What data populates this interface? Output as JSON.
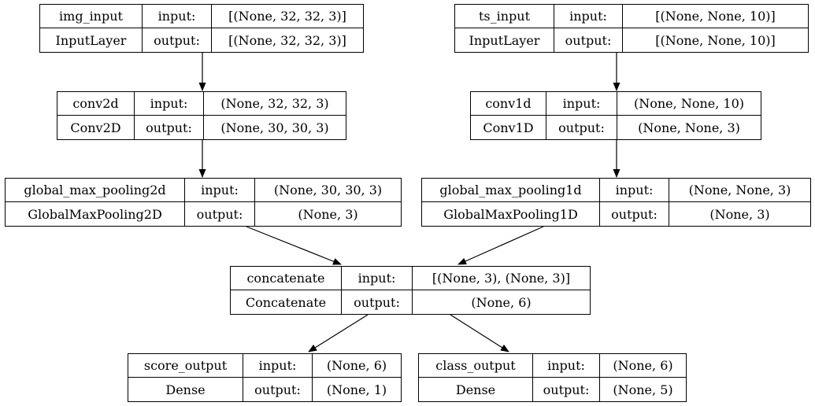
{
  "diagram": {
    "kind": "keras-model-graph",
    "background_color": "#ffffff",
    "border_color": "#000000",
    "text_color": "#000000",
    "labels": {
      "input": "input:",
      "output": "output:"
    },
    "nodes": [
      {
        "id": "img_input",
        "name": "img_input",
        "layer_type": "InputLayer",
        "input_shape": "[(None, 32, 32, 3)]",
        "output_shape": "[(None, 32, 32, 3)]"
      },
      {
        "id": "ts_input",
        "name": "ts_input",
        "layer_type": "InputLayer",
        "input_shape": "[(None, None, 10)]",
        "output_shape": "[(None, None, 10)]"
      },
      {
        "id": "conv2d",
        "name": "conv2d",
        "layer_type": "Conv2D",
        "input_shape": "(None, 32, 32, 3)",
        "output_shape": "(None, 30, 30, 3)"
      },
      {
        "id": "conv1d",
        "name": "conv1d",
        "layer_type": "Conv1D",
        "input_shape": "(None, None, 10)",
        "output_shape": "(None, None, 3)"
      },
      {
        "id": "global_max_pooling2d",
        "name": "global_max_pooling2d",
        "layer_type": "GlobalMaxPooling2D",
        "input_shape": "(None, 30, 30, 3)",
        "output_shape": "(None, 3)"
      },
      {
        "id": "global_max_pooling1d",
        "name": "global_max_pooling1d",
        "layer_type": "GlobalMaxPooling1D",
        "input_shape": "(None, None, 3)",
        "output_shape": "(None, 3)"
      },
      {
        "id": "concatenate",
        "name": "concatenate",
        "layer_type": "Concatenate",
        "input_shape": "[(None, 3), (None, 3)]",
        "output_shape": "(None, 6)"
      },
      {
        "id": "score_output",
        "name": "score_output",
        "layer_type": "Dense",
        "input_shape": "(None, 6)",
        "output_shape": "(None, 1)"
      },
      {
        "id": "class_output",
        "name": "class_output",
        "layer_type": "Dense",
        "input_shape": "(None, 6)",
        "output_shape": "(None, 5)"
      }
    ],
    "edges": [
      {
        "from": "img_input",
        "to": "conv2d"
      },
      {
        "from": "ts_input",
        "to": "conv1d"
      },
      {
        "from": "conv2d",
        "to": "global_max_pooling2d"
      },
      {
        "from": "conv1d",
        "to": "global_max_pooling1d"
      },
      {
        "from": "global_max_pooling2d",
        "to": "concatenate"
      },
      {
        "from": "global_max_pooling1d",
        "to": "concatenate"
      },
      {
        "from": "concatenate",
        "to": "score_output"
      },
      {
        "from": "concatenate",
        "to": "class_output"
      }
    ]
  }
}
